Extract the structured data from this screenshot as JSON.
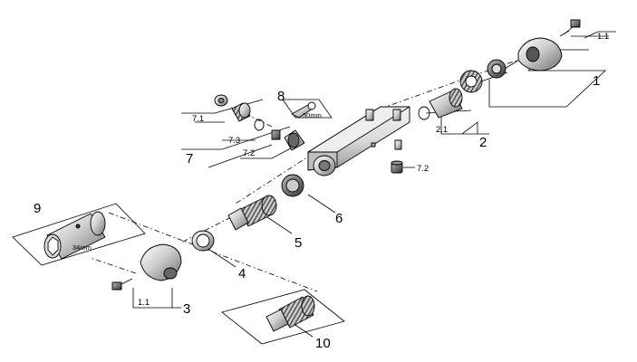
{
  "callouts": {
    "c1": "1",
    "c1_1": "1.1",
    "c2": "2",
    "c2_1": "2.1",
    "c3": "3",
    "c3_1_1": "1.1",
    "c4": "4",
    "c5": "5",
    "c6": "6",
    "c7": "7",
    "c7_1": "7.1",
    "c7_2": "7.2",
    "c7_3": "7.3",
    "c7_2b": "7.2",
    "c8": "8",
    "c9": "9",
    "c10": "10"
  },
  "tool_labels": {
    "wrench_8": "30mm",
    "socket_9": "34mm"
  }
}
